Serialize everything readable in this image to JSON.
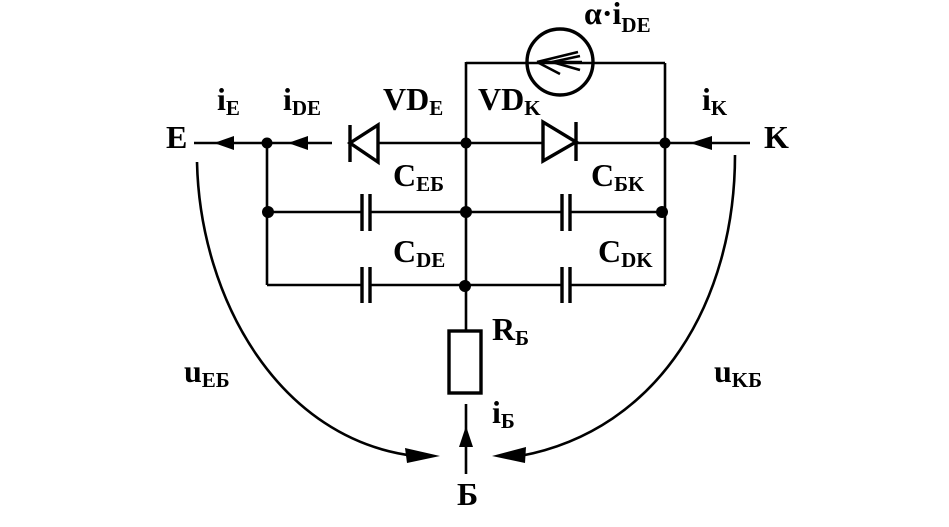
{
  "diagram": {
    "title": "",
    "colors": {
      "ink": "#000000",
      "background": "#ffffff"
    },
    "terminals": {
      "emitter": "E",
      "collector": "K",
      "base": "Б"
    },
    "labels": {
      "current_source": {
        "main": "α·i",
        "sub": "DE"
      },
      "i_emitter": {
        "main": "i",
        "sub": "E"
      },
      "i_diode_emitter": {
        "main": "i",
        "sub": "DE"
      },
      "i_collector": {
        "main": "i",
        "sub": "K"
      },
      "i_base": {
        "main": "i",
        "sub": "Б"
      },
      "diode_emitter": {
        "main": "VD",
        "sub": "E"
      },
      "diode_collector": {
        "main": "VD",
        "sub": "K"
      },
      "cap_barrier_emitter": {
        "main": "C",
        "sub": "EБ"
      },
      "cap_barrier_collector": {
        "main": "C",
        "sub": "БK"
      },
      "cap_diffusion_emitter": {
        "main": "C",
        "sub": "DE"
      },
      "cap_diffusion_collector": {
        "main": "C",
        "sub": "DK"
      },
      "base_resistor": {
        "main": "R",
        "sub": "Б"
      },
      "voltage_eb": {
        "main": "u",
        "sub": "EБ"
      },
      "voltage_kb": {
        "main": "u",
        "sub": "KБ"
      }
    },
    "components": [
      {
        "id": "VDE",
        "type": "diode",
        "orientation": "cathode-left"
      },
      {
        "id": "VDK",
        "type": "diode",
        "orientation": "cathode-right"
      },
      {
        "id": "CEB",
        "type": "capacitor"
      },
      {
        "id": "CBK",
        "type": "capacitor"
      },
      {
        "id": "CDE",
        "type": "capacitor"
      },
      {
        "id": "CDK",
        "type": "capacitor"
      },
      {
        "id": "RB",
        "type": "resistor"
      },
      {
        "id": "I_src",
        "type": "current-source",
        "direction": "left"
      }
    ]
  }
}
